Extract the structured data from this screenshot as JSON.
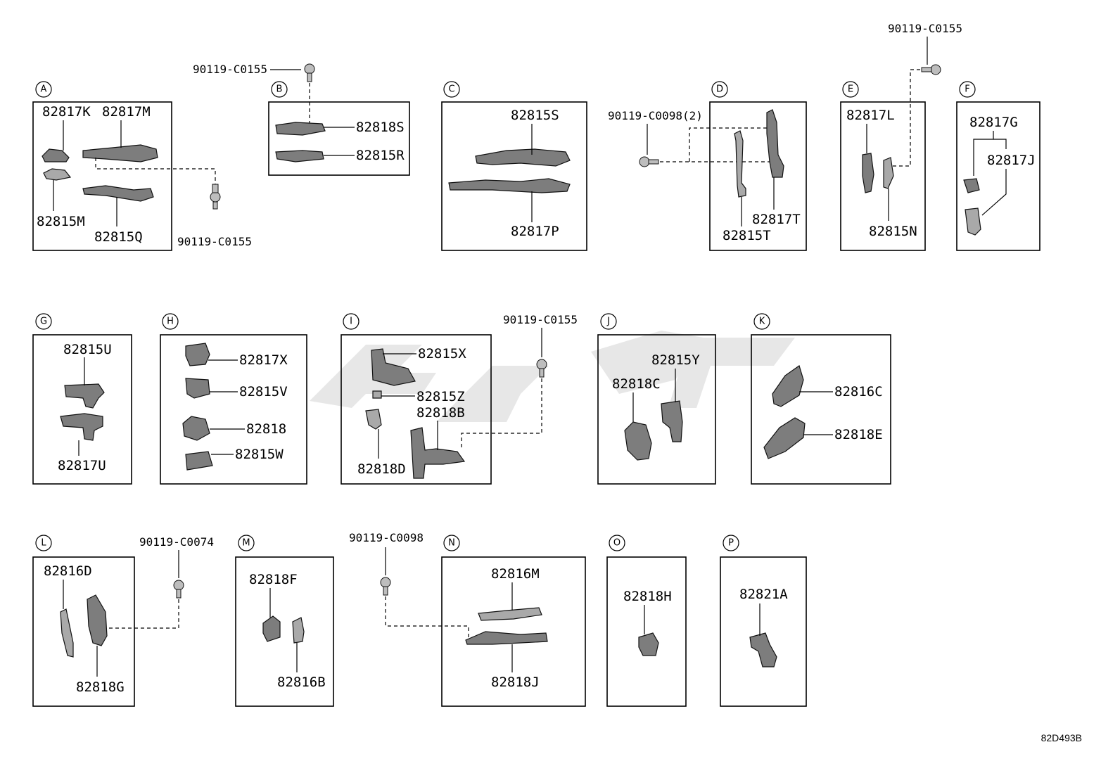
{
  "doc": {
    "ref_code": "82D493B"
  },
  "sections": [
    {
      "id": "A",
      "parts": [
        "82817K",
        "82817M",
        "82815M",
        "82815Q"
      ],
      "bolts": [
        "90119-C0155"
      ]
    },
    {
      "id": "B",
      "parts": [
        "82818S",
        "82815R"
      ],
      "bolts": [
        "90119-C0155"
      ]
    },
    {
      "id": "C",
      "parts": [
        "82815S",
        "82817P"
      ],
      "bolts": []
    },
    {
      "id": "D",
      "parts": [
        "82817T",
        "82815T"
      ],
      "bolts": [
        "90119-C0098(2)"
      ]
    },
    {
      "id": "E",
      "parts": [
        "82817L",
        "82815N"
      ],
      "bolts": [
        "90119-C0155"
      ]
    },
    {
      "id": "F",
      "parts": [
        "82817G",
        "82817J"
      ],
      "bolts": []
    },
    {
      "id": "G",
      "parts": [
        "82815U",
        "82817U"
      ],
      "bolts": []
    },
    {
      "id": "H",
      "parts": [
        "82817X",
        "82815V",
        "82818",
        "82815W"
      ],
      "bolts": []
    },
    {
      "id": "I",
      "parts": [
        "82815X",
        "82815Z",
        "82818B",
        "82818D"
      ],
      "bolts": [
        "90119-C0155"
      ]
    },
    {
      "id": "J",
      "parts": [
        "82815Y",
        "82818C"
      ],
      "bolts": []
    },
    {
      "id": "K",
      "parts": [
        "82816C",
        "82818E"
      ],
      "bolts": []
    },
    {
      "id": "L",
      "parts": [
        "82816D",
        "82818G"
      ],
      "bolts": [
        "90119-C0074"
      ]
    },
    {
      "id": "M",
      "parts": [
        "82818F",
        "82816B"
      ],
      "bolts": []
    },
    {
      "id": "N",
      "parts": [
        "82816M",
        "82818J"
      ],
      "bolts": [
        "90119-C0098"
      ]
    },
    {
      "id": "O",
      "parts": [
        "82818H"
      ],
      "bolts": []
    },
    {
      "id": "P",
      "parts": [
        "82821A"
      ],
      "bolts": []
    }
  ]
}
